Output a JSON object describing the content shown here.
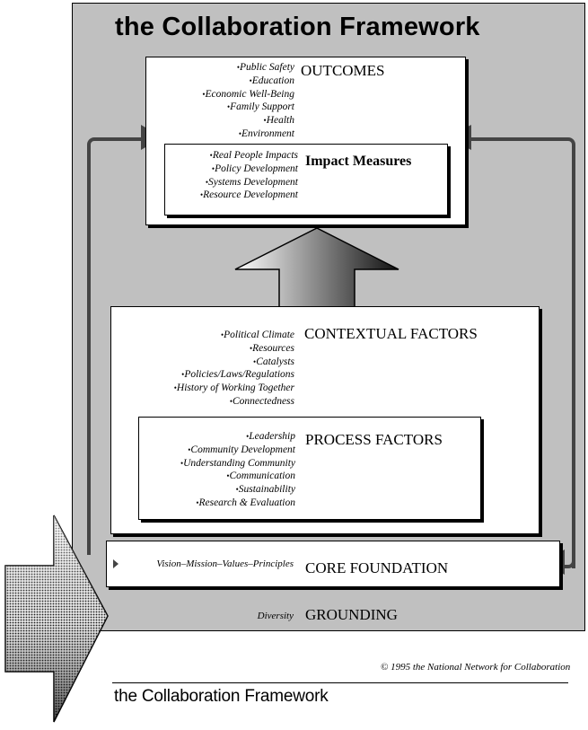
{
  "title": "the Collaboration Framework",
  "outcomes": {
    "heading": "OUTCOMES",
    "items": [
      "Public Safety",
      "Education",
      "Economic Well-Being",
      "Family Support",
      "Health",
      "Environment"
    ]
  },
  "impact": {
    "heading": "Impact Measures",
    "items": [
      "Real People Impacts",
      "Policy Development",
      "Systems Development",
      "Resource Development"
    ]
  },
  "contextual": {
    "heading": "CONTEXTUAL FACTORS",
    "items": [
      "Political Climate",
      "Resources",
      "Catalysts",
      "Policies/Laws/Regulations",
      "History of Working Together",
      "Connectedness"
    ]
  },
  "process": {
    "heading": "PROCESS FACTORS",
    "items": [
      "Leadership",
      "Community Development",
      "Understanding Community",
      "Communication",
      "Sustainability",
      "Research & Evaluation"
    ]
  },
  "core": {
    "heading": "CORE FOUNDATION",
    "items": [
      "Vision–Mission–Values–Principles"
    ]
  },
  "grounding": {
    "heading": "GROUNDING",
    "items": [
      "Diversity"
    ]
  },
  "copyright": "© 1995 the National Network for Collaboration",
  "footer_title": "the Collaboration Framework",
  "colors": {
    "frame": "#c0c0c0",
    "loop_arrow": "#444444",
    "box": "#ffffff"
  }
}
